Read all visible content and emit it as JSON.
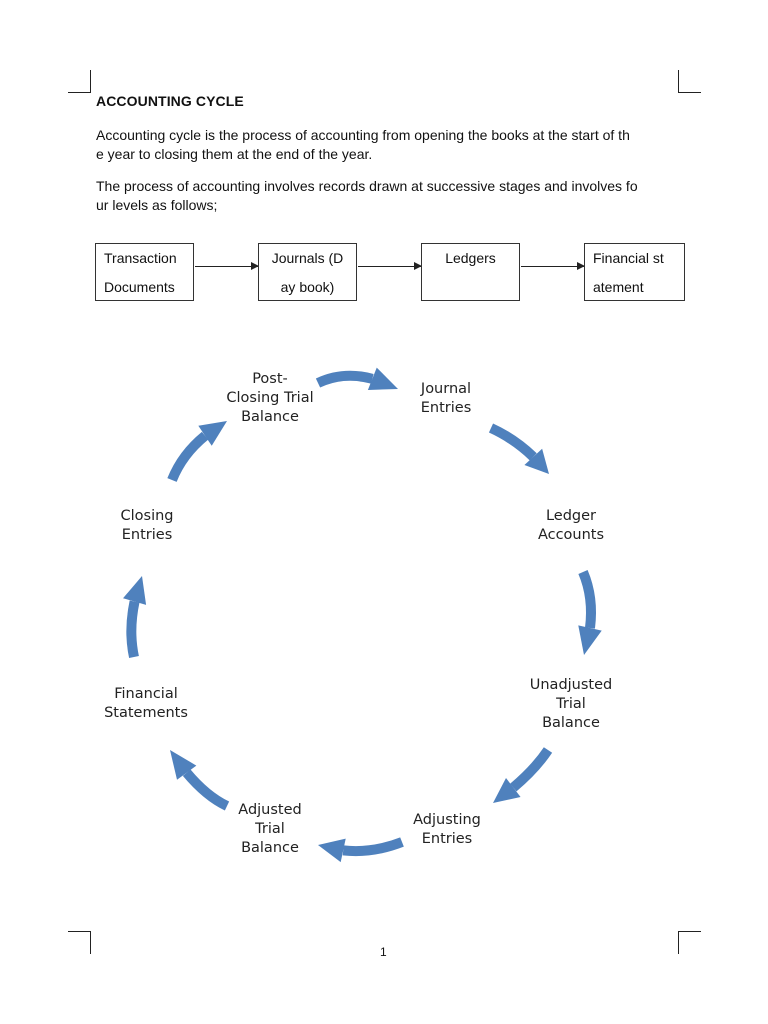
{
  "heading": "ACCOUNTING CYCLE",
  "paragraphs": [
    {
      "line1": "Accounting cycle is the process of accounting from opening the books at the start of th",
      "line2": "e year to closing them at the end of the year."
    },
    {
      "line1": "The process of accounting involves records drawn at successive stages and involves fo",
      "line2": "ur levels as follows;"
    }
  ],
  "flow": [
    {
      "line1": "Transaction",
      "line2": "Documents"
    },
    {
      "line1": "Journals (D",
      "line2": "ay book)"
    },
    {
      "line1": "Ledgers",
      "line2": ""
    },
    {
      "line1": "Financial st",
      "line2": "atement"
    }
  ],
  "cycle": {
    "arrow_color": "#4f81bd",
    "stages": [
      {
        "lines": [
          "Journal",
          "Entries"
        ]
      },
      {
        "lines": [
          "Ledger",
          "Accounts"
        ]
      },
      {
        "lines": [
          "Unadjusted",
          "Trial",
          "Balance"
        ]
      },
      {
        "lines": [
          "Adjusting",
          "Entries"
        ]
      },
      {
        "lines": [
          "Adjusted",
          "Trial",
          "Balance"
        ]
      },
      {
        "lines": [
          "Financial",
          "Statements"
        ]
      },
      {
        "lines": [
          "Closing",
          "Entries"
        ]
      },
      {
        "lines": [
          "Post-",
          "Closing Trial",
          "Balance"
        ]
      }
    ]
  },
  "page_number": "1"
}
